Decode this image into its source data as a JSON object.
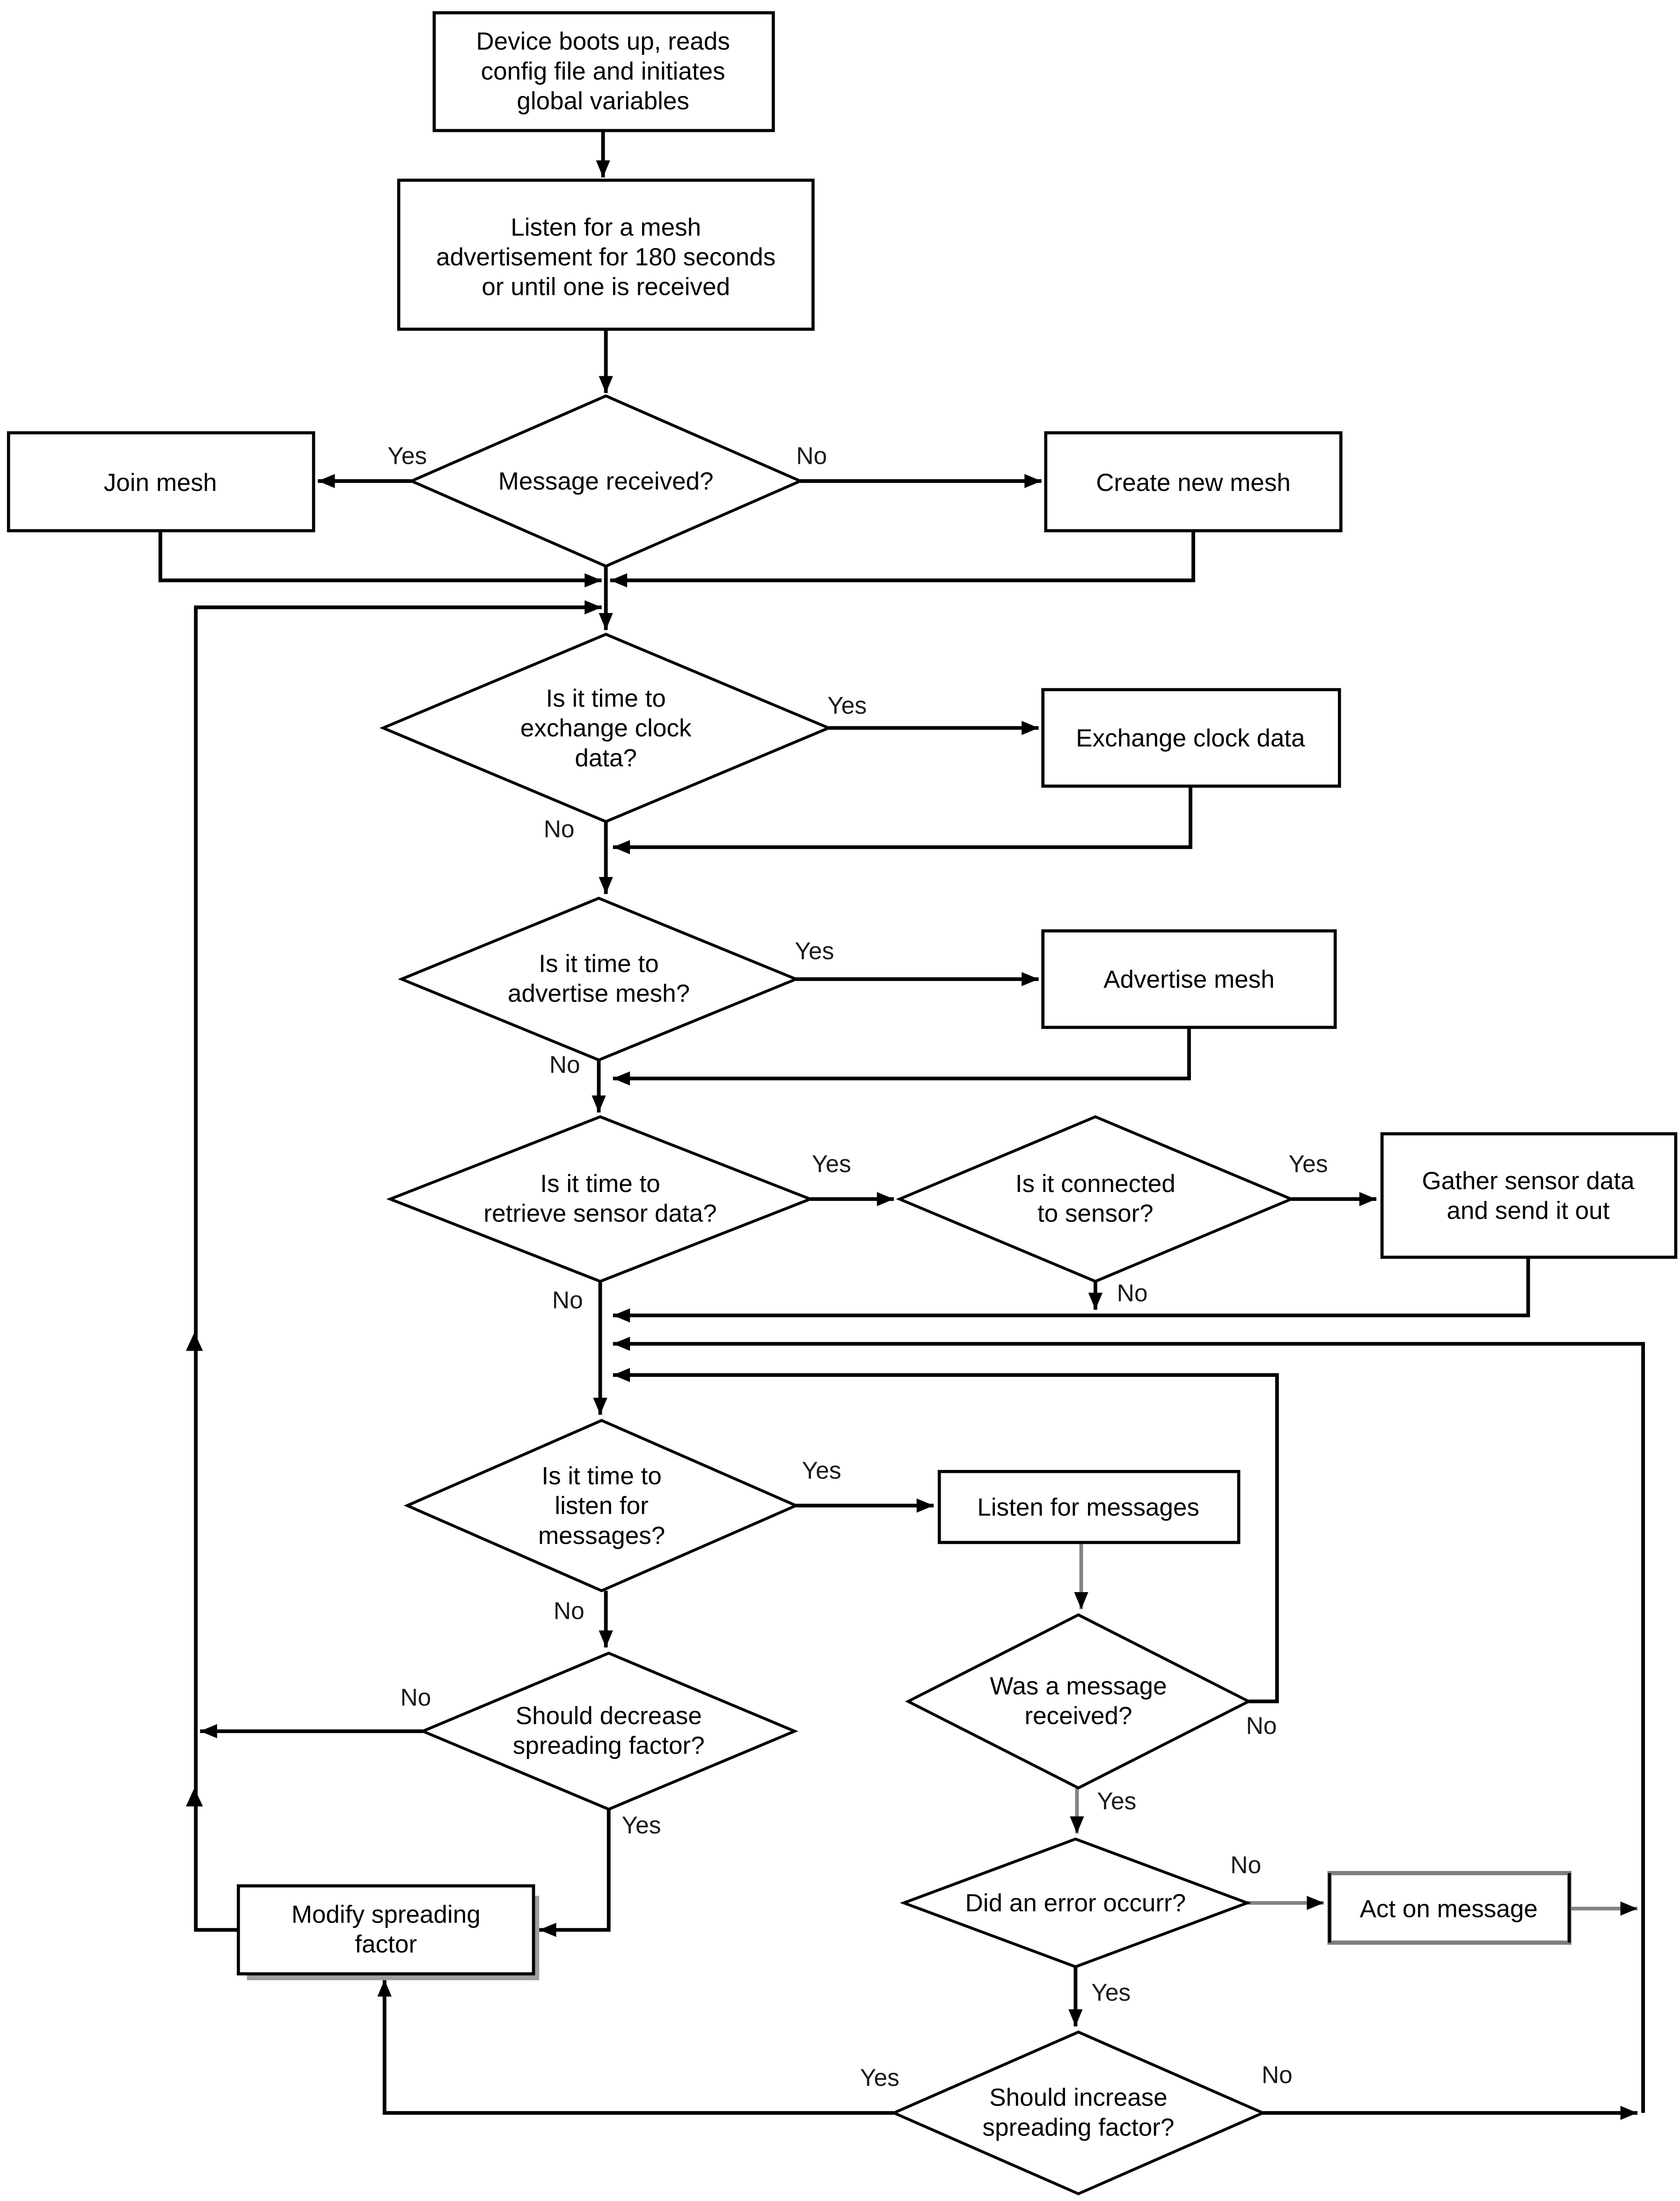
{
  "diagram": {
    "type": "flowchart",
    "background": "#ffffff",
    "line_color": "#000000",
    "gray_line_color": "#838383",
    "shape_fill": "#ffffff"
  },
  "nodes": {
    "boot": {
      "kind": "process",
      "lines": [
        "Device boots up, reads",
        "config file and initiates",
        "global variables"
      ]
    },
    "listen_advertisement": {
      "kind": "process",
      "lines": [
        "Listen for a mesh",
        "advertisement for 180 seconds",
        "or until one is received"
      ]
    },
    "message_received": {
      "kind": "decision",
      "lines": [
        "Message received?"
      ]
    },
    "join_mesh": {
      "kind": "process",
      "lines": [
        "Join mesh"
      ]
    },
    "create_new_mesh": {
      "kind": "process",
      "lines": [
        "Create new mesh"
      ]
    },
    "time_exchange_clock": {
      "kind": "decision",
      "lines": [
        "Is it time to",
        "exchange clock",
        "data?"
      ]
    },
    "exchange_clock_data": {
      "kind": "process",
      "lines": [
        "Exchange clock data"
      ]
    },
    "time_advertise_mesh": {
      "kind": "decision",
      "lines": [
        "Is it time to",
        "advertise mesh?"
      ]
    },
    "advertise_mesh": {
      "kind": "process",
      "lines": [
        "Advertise mesh"
      ]
    },
    "time_retrieve_sensor": {
      "kind": "decision",
      "lines": [
        "Is it time to",
        "retrieve sensor data?"
      ]
    },
    "connected_to_sensor": {
      "kind": "decision",
      "lines": [
        "Is it connected",
        "to sensor?"
      ]
    },
    "gather_sensor_data": {
      "kind": "process",
      "lines": [
        "Gather sensor data",
        "and send it out"
      ]
    },
    "time_listen_messages": {
      "kind": "decision",
      "lines": [
        "Is it time to",
        "listen for",
        "messages?"
      ]
    },
    "listen_for_messages": {
      "kind": "process",
      "lines": [
        "Listen for messages"
      ]
    },
    "was_message_received": {
      "kind": "decision",
      "lines": [
        "Was a message",
        "received?"
      ]
    },
    "did_error_occur": {
      "kind": "decision",
      "lines": [
        "Did an error occurr?"
      ]
    },
    "act_on_message": {
      "kind": "process",
      "lines": [
        "Act on message"
      ]
    },
    "should_decrease_sf": {
      "kind": "decision",
      "lines": [
        "Should decrease",
        "spreading factor?"
      ]
    },
    "modify_spreading": {
      "kind": "process",
      "lines": [
        "Modify spreading",
        "factor"
      ]
    },
    "should_increase_sf": {
      "kind": "decision",
      "lines": [
        "Should increase",
        "spreading factor?"
      ]
    }
  },
  "edge_labels": {
    "message_received_yes": "Yes",
    "message_received_no": "No",
    "time_exchange_clock_yes": "Yes",
    "time_exchange_clock_no": "No",
    "time_advertise_mesh_yes": "Yes",
    "time_advertise_mesh_no": "No",
    "time_retrieve_sensor_yes": "Yes",
    "time_retrieve_sensor_no": "No",
    "connected_to_sensor_yes": "Yes",
    "connected_to_sensor_no": "No",
    "time_listen_messages_yes": "Yes",
    "time_listen_messages_no": "No",
    "was_message_received_yes": "Yes",
    "was_message_received_no": "No",
    "did_error_occur_yes": "Yes",
    "did_error_occur_no": "No",
    "should_decrease_sf_yes": "Yes",
    "should_decrease_sf_no": "No",
    "should_increase_sf_yes": "Yes",
    "should_increase_sf_no": "No"
  },
  "edges": [
    {
      "from": "boot",
      "to": "listen_advertisement"
    },
    {
      "from": "listen_advertisement",
      "to": "message_received"
    },
    {
      "from": "message_received",
      "to": "join_mesh",
      "label": "Yes"
    },
    {
      "from": "message_received",
      "to": "create_new_mesh",
      "label": "No"
    },
    {
      "from": "join_mesh",
      "to": "time_exchange_clock"
    },
    {
      "from": "create_new_mesh",
      "to": "time_exchange_clock"
    },
    {
      "from": "time_exchange_clock",
      "to": "exchange_clock_data",
      "label": "Yes"
    },
    {
      "from": "exchange_clock_data",
      "to": "time_advertise_mesh"
    },
    {
      "from": "time_exchange_clock",
      "to": "time_advertise_mesh",
      "label": "No"
    },
    {
      "from": "time_advertise_mesh",
      "to": "advertise_mesh",
      "label": "Yes"
    },
    {
      "from": "advertise_mesh",
      "to": "time_retrieve_sensor"
    },
    {
      "from": "time_advertise_mesh",
      "to": "time_retrieve_sensor",
      "label": "No"
    },
    {
      "from": "time_retrieve_sensor",
      "to": "connected_to_sensor",
      "label": "Yes"
    },
    {
      "from": "connected_to_sensor",
      "to": "gather_sensor_data",
      "label": "Yes"
    },
    {
      "from": "connected_to_sensor",
      "to": "time_listen_messages",
      "label": "No"
    },
    {
      "from": "gather_sensor_data",
      "to": "time_listen_messages"
    },
    {
      "from": "time_retrieve_sensor",
      "to": "time_listen_messages",
      "label": "No"
    },
    {
      "from": "time_listen_messages",
      "to": "listen_for_messages",
      "label": "Yes"
    },
    {
      "from": "time_listen_messages",
      "to": "should_decrease_sf",
      "label": "No"
    },
    {
      "from": "listen_for_messages",
      "to": "was_message_received"
    },
    {
      "from": "was_message_received",
      "to": "did_error_occur",
      "label": "Yes"
    },
    {
      "from": "was_message_received",
      "to": "time_listen_messages",
      "label": "No"
    },
    {
      "from": "did_error_occur",
      "to": "act_on_message",
      "label": "No"
    },
    {
      "from": "did_error_occur",
      "to": "should_increase_sf",
      "label": "Yes"
    },
    {
      "from": "act_on_message",
      "to": "time_listen_messages"
    },
    {
      "from": "should_increase_sf",
      "to": "modify_spreading",
      "label": "Yes"
    },
    {
      "from": "should_increase_sf",
      "to": "time_listen_messages",
      "label": "No"
    },
    {
      "from": "should_decrease_sf",
      "to": "modify_spreading",
      "label": "Yes"
    },
    {
      "from": "should_decrease_sf",
      "to": "time_exchange_clock",
      "label": "No"
    },
    {
      "from": "modify_spreading",
      "to": "time_exchange_clock"
    }
  ]
}
